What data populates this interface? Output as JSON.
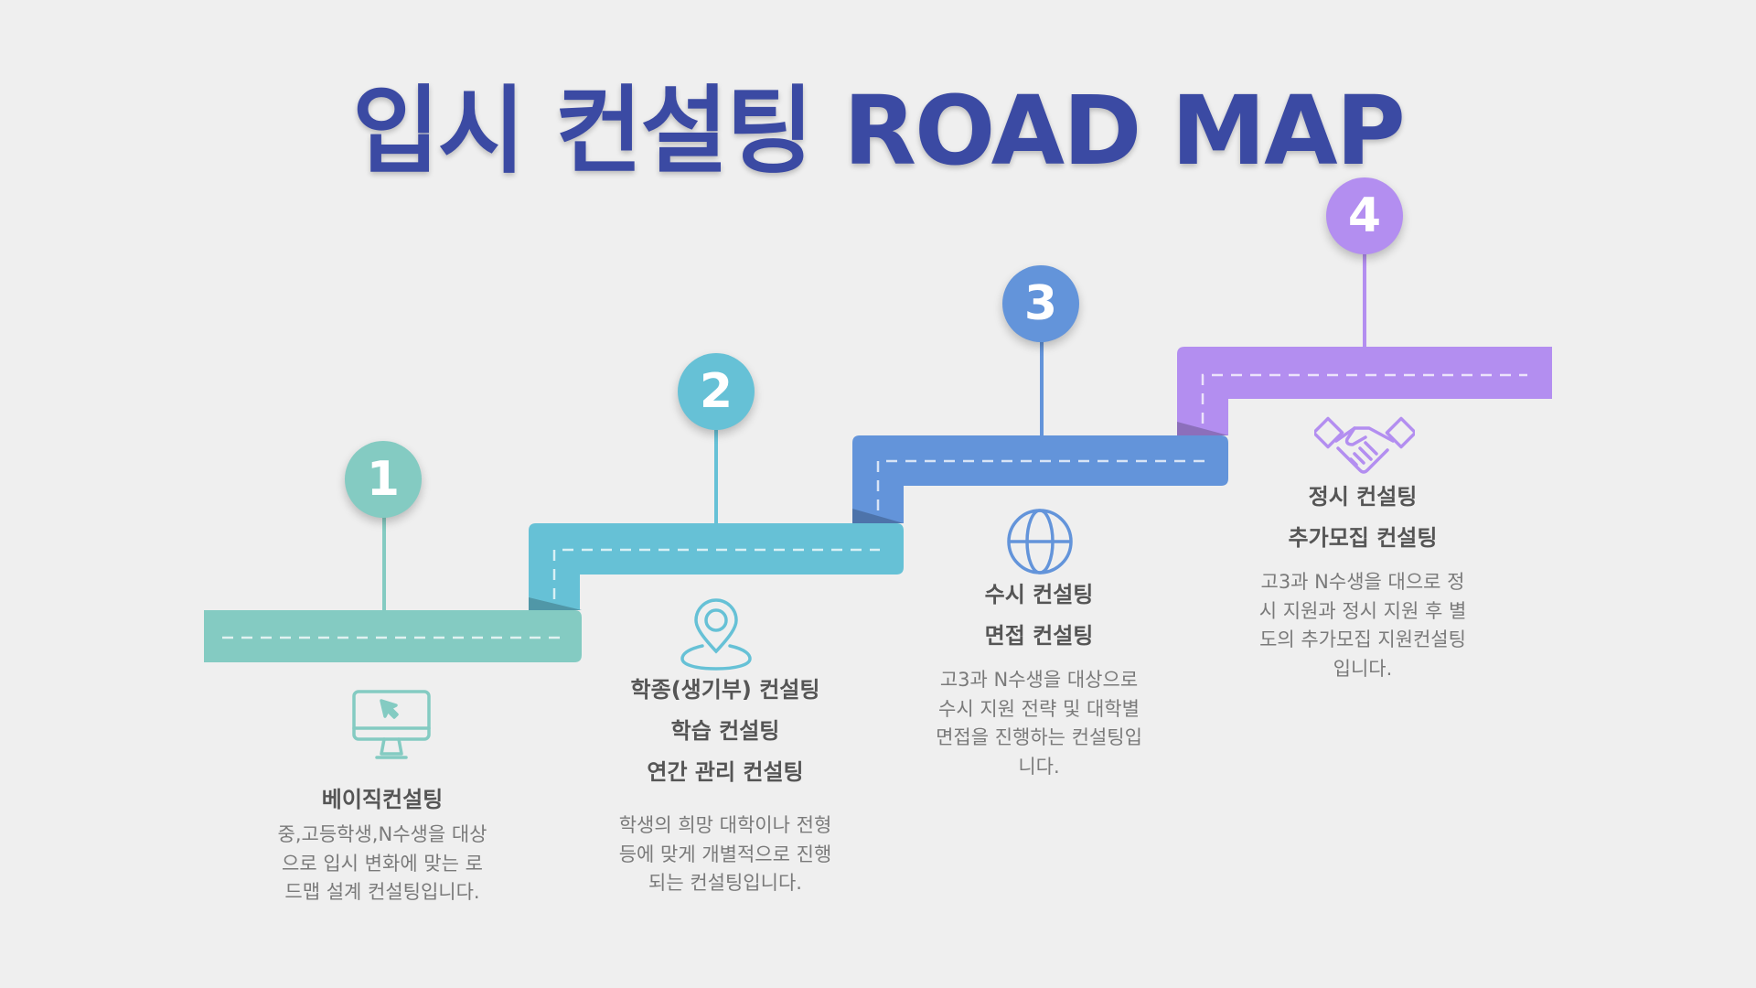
{
  "title": "입시 컨설팅 ROAD MAP",
  "colors": {
    "title": "#3b4aa3",
    "step1": "#84cbc2",
    "step2": "#66c1d6",
    "step3": "#6394da",
    "step4": "#b38ef0"
  },
  "steps": [
    {
      "number": "1",
      "icon": "monitor-icon",
      "headings": [
        "베이직컨설팅"
      ],
      "description": "중,고등학생,N수생을 대상으로 입시 변화에 맞는 로드맵 설계 컨설팅입니다."
    },
    {
      "number": "2",
      "icon": "location-pin-icon",
      "headings": [
        "학종(생기부) 컨설팅",
        "학습 컨설팅",
        "연간 관리 컨설팅"
      ],
      "description": "학생의 희망 대학이나 전형 등에 맞게 개별적으로 진행되는 컨설팅입니다."
    },
    {
      "number": "3",
      "icon": "globe-icon",
      "headings": [
        "수시 컨설팅",
        "면접 컨설팅"
      ],
      "description": "고3과 N수생을 대상으로 수시 지원 전략 및 대학별 면접을 진행하는 컨설팅입니다."
    },
    {
      "number": "4",
      "icon": "handshake-icon",
      "headings": [
        "정시 컨설팅",
        "추가모집 컨설팅"
      ],
      "description": "고3과 N수생을 대으로 정시 지원과 정시 지원 후 별도의 추가모집 지원컨설팅입니다."
    }
  ]
}
